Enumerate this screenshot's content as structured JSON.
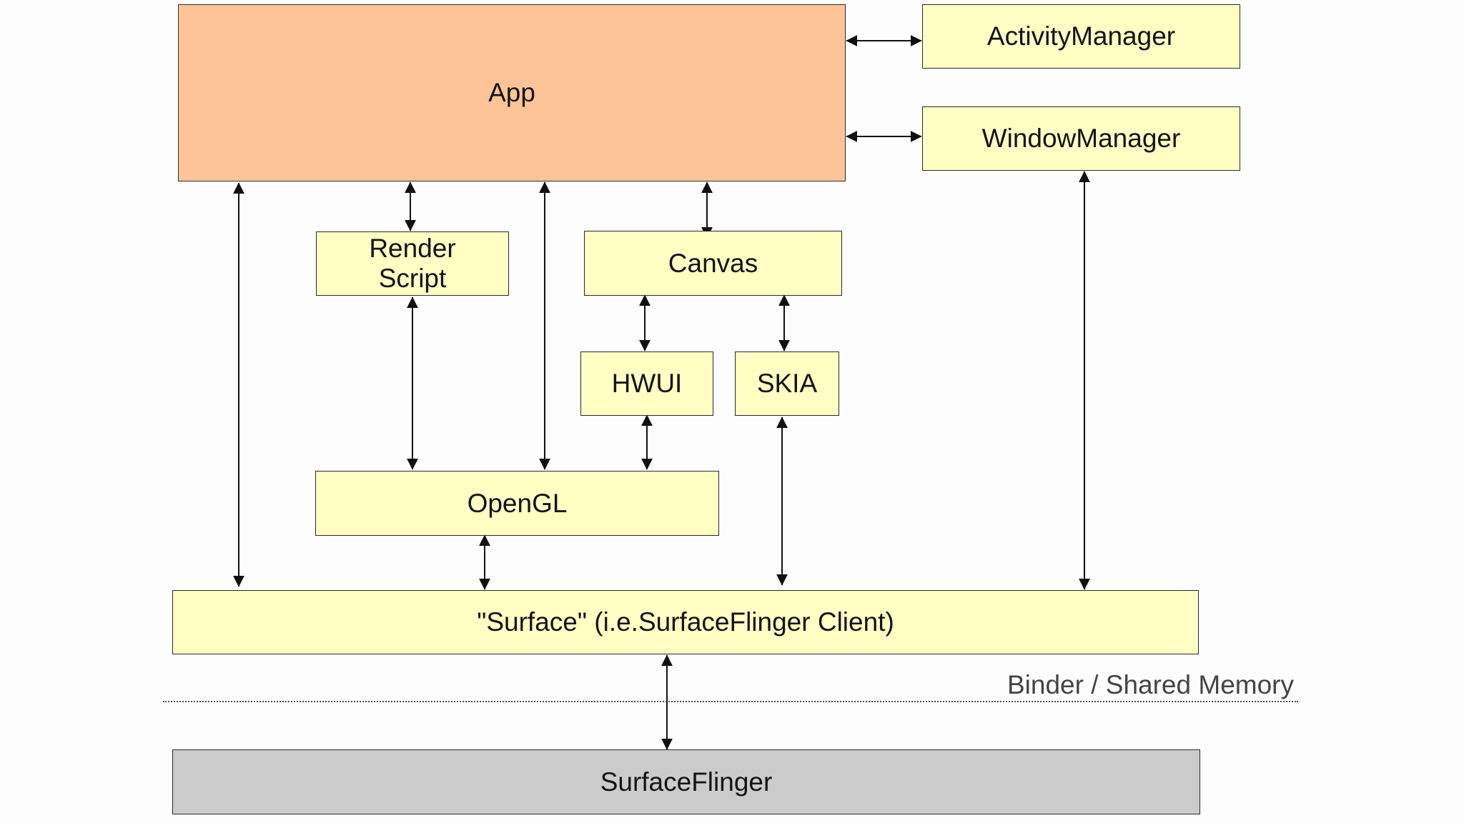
{
  "boxes": {
    "app": "App",
    "activity_manager": "ActivityManager",
    "window_manager": "WindowManager",
    "render_script": "Render\nScript",
    "canvas": "Canvas",
    "hwui": "HWUI",
    "skia": "SKIA",
    "opengl": "OpenGL",
    "surface": "\"Surface\" (i.e.SurfaceFlinger Client)",
    "surface_flinger": "SurfaceFlinger"
  },
  "divider_label": "Binder / Shared Memory",
  "colors": {
    "app_fill": "#fdc597",
    "component_fill": "#ffffc4",
    "system_fill": "#cbcbcb",
    "line": "#111111"
  }
}
